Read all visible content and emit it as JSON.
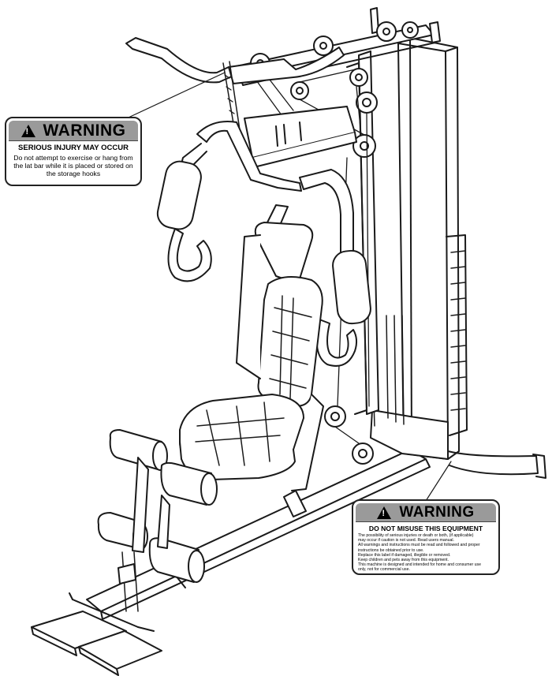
{
  "labels": {
    "warning_top": {
      "title": "WARNING",
      "subtitle": "SERIOUS INJURY MAY OCCUR",
      "body": "Do not attempt to exercise or hang from the lat bar while it is placed or stored on the storage hooks"
    },
    "warning_bottom": {
      "title": "WARNING",
      "subtitle": "DO NOT MISUSE THIS EQUIPMENT",
      "lines": [
        "The possibility of serious injuries or death or both, (if applicable)",
        "may occur if caution is not used. Read users manual.",
        "All warnings and instructions must be read and followed and proper",
        "instructions be obtained prior to use.",
        "Replace this label if damaged, illegible or removed.",
        "Keep children and pets away from this equipment.",
        "This machine is designed and intended for home and consumer use",
        "only, not for commercial use."
      ]
    }
  },
  "icons": {
    "warning": "exclamation-triangle-icon"
  },
  "colors": {
    "line": "#1a1a1a",
    "label_header": "#9a9a9a"
  }
}
